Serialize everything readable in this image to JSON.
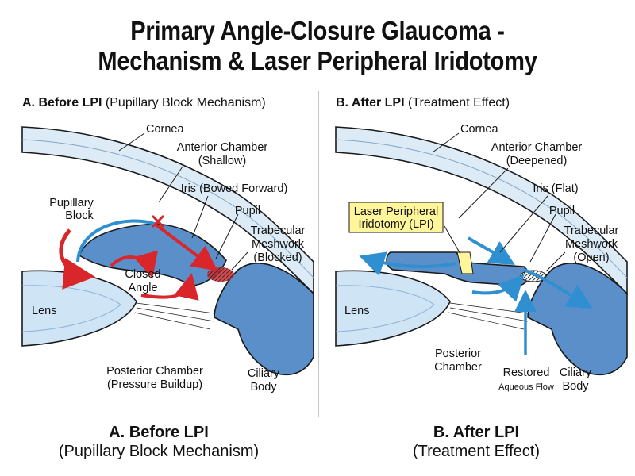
{
  "title": {
    "line1": "Primary Angle-Closure Glaucoma -",
    "line2": "Mechanism & Laser Peripheral Iridotomy"
  },
  "panel_a": {
    "heading_bold": "A. Before LPI",
    "heading_rest": "(Pupillary Block Mechanism)",
    "caption_main": "A. Before LPI",
    "caption_sub": "(Pupillary Block Mechanism)",
    "labels": {
      "cornea": "Cornea",
      "anterior_chamber": "Anterior Chamber",
      "anterior_chamber_state": "(Shallow)",
      "iris": "Iris (Bowed Forward)",
      "pupillary": "Pupillary",
      "block": "Block",
      "pupil": "Pupil",
      "trabecular": "Trabecular",
      "meshwork": "Meshwork",
      "meshwork_state": "(Blocked)",
      "closed": "Closed",
      "angle": "Angle",
      "lens": "Lens",
      "posterior_chamber": "Posterior Chamber",
      "posterior_state": "(Pressure Buildup)",
      "ciliary": "Ciliary",
      "body": "Body"
    }
  },
  "panel_b": {
    "heading_bold": "B. After LPI",
    "heading_rest": "(Treatment Effect)",
    "caption_main": "B. After LPI",
    "caption_sub": "(Treatment Effect)",
    "labels": {
      "cornea": "Cornea",
      "anterior_chamber": "Anterior Chamber",
      "anterior_chamber_state": "(Deepened)",
      "iris": "Iris (Flat)",
      "lpi_line1": "Laser Peripheral",
      "lpi_line2": "Iridotomy (LPI)",
      "pupil": "Pupil",
      "trabecular": "Trabecular",
      "meshwork": "Meshwork",
      "meshwork_state": "(Open)",
      "lens": "Lens",
      "posterior": "Posterior",
      "chamber": "Chamber",
      "restored": "Restored",
      "aqueous_flow": "Aqueous Flow",
      "ciliary": "Ciliary",
      "body": "Body"
    }
  },
  "colors": {
    "tissue": "#5b8fc9",
    "tissue_dark": "#2b5a8f",
    "cornea": "#dcebf6",
    "lens": "#cfe4f4",
    "flow_blue": "#2f8fd0",
    "block_red": "#d8262a",
    "lpi_highlight": "#fff59a"
  }
}
